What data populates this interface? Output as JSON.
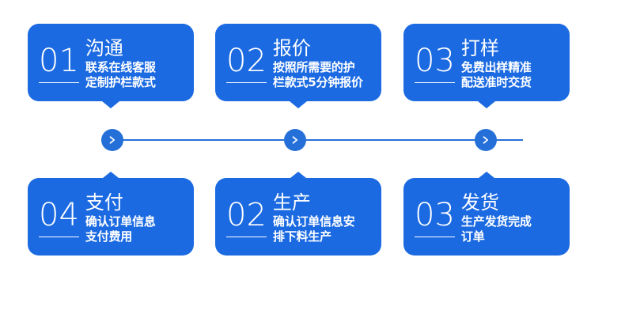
{
  "theme": {
    "background": "#ffffff",
    "card_blue": "#1b6ae2",
    "connector_blue": "#2570d8",
    "text_white": "#ffffff"
  },
  "flow": {
    "rows": [
      {
        "name": "top-row",
        "notch": "down",
        "cards": [
          {
            "number": "01",
            "title": "沟通",
            "desc": "联系在线客服\n定制护栏款式"
          },
          {
            "number": "02",
            "title": "报价",
            "desc": "按照所需要的护\n栏款式5分钟报价"
          },
          {
            "number": "03",
            "title": "打样",
            "desc": "免费出样精准\n配送准时交货"
          }
        ]
      },
      {
        "name": "bottom-row",
        "notch": "up",
        "cards": [
          {
            "number": "04",
            "title": "支付",
            "desc": "确认订单信息\n支付费用"
          },
          {
            "number": "02",
            "title": "生产",
            "desc": "确认订单信息安\n排下料生产"
          },
          {
            "number": "03",
            "title": "发货",
            "desc": "生产发货完成\n订单"
          }
        ]
      }
    ],
    "connector": {
      "icon": "chevron-right-icon",
      "dots": 3,
      "segments": 3
    }
  }
}
